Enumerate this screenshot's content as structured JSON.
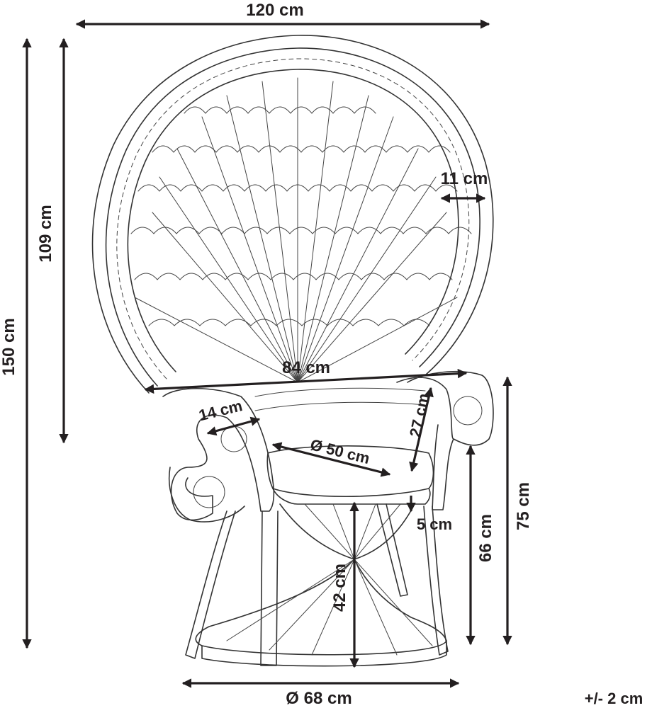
{
  "dimensions": {
    "total_width": "120 cm",
    "total_height": "150 cm",
    "back_height": "109 cm",
    "rim_width": "11 cm",
    "seat_width": "84 cm",
    "armrest_width": "14 cm",
    "armrest_height": "27 cm",
    "seat_diameter": "Ø 50 cm",
    "cushion_thickness": "5 cm",
    "seat_height": "42 cm",
    "armrest_floor_height": "66 cm",
    "front_height": "75 cm",
    "base_diameter": "Ø 68 cm"
  },
  "tolerance": "+/- 2 cm",
  "colors": {
    "dimension": "#231f20",
    "drawing": "#333333",
    "background": "#ffffff"
  }
}
